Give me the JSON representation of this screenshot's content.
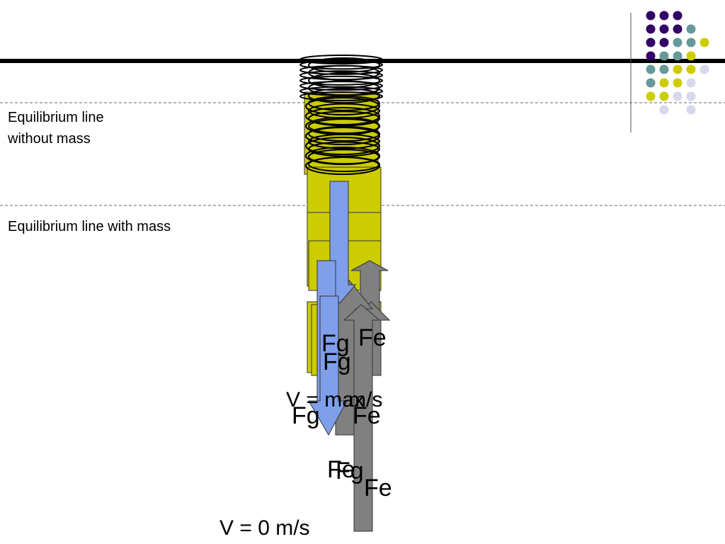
{
  "labels": {
    "eq_without_mass": "Equilibrium line without mass",
    "eq_with_mass": "Equilibrium line with mass",
    "velocity_bottom": "V = 0 m/s",
    "velocity_mid": "V = max",
    "velocity_mid_unit": "m/s"
  },
  "forces": {
    "gravity": "Fg",
    "elastic": "Fe"
  },
  "colors": {
    "mass_fill": "#cccc00",
    "gravity_arrow": "#7f9fea",
    "elastic_arrow": "#808080",
    "dot_purple": "#330066",
    "dot_teal": "#669999",
    "dot_yellow": "#cccc00",
    "dot_lilac": "#d8d8ec"
  },
  "decoration": {
    "dot_grid": [
      [
        "purple",
        "purple",
        "purple",
        "",
        "",
        ""
      ],
      [
        "purple",
        "purple",
        "purple",
        "teal",
        "",
        ""
      ],
      [
        "purple",
        "purple",
        "teal",
        "teal",
        "yellow",
        ""
      ],
      [
        "purple",
        "teal",
        "teal",
        "yellow",
        "",
        ""
      ],
      [
        "teal",
        "teal",
        "yellow",
        "yellow",
        "lilac",
        ""
      ],
      [
        "teal",
        "yellow",
        "yellow",
        "lilac",
        "",
        ""
      ],
      [
        "yellow",
        "yellow",
        "lilac",
        "lilac",
        "",
        ""
      ],
      [
        "",
        "lilac",
        "",
        "lilac",
        "",
        ""
      ]
    ]
  }
}
